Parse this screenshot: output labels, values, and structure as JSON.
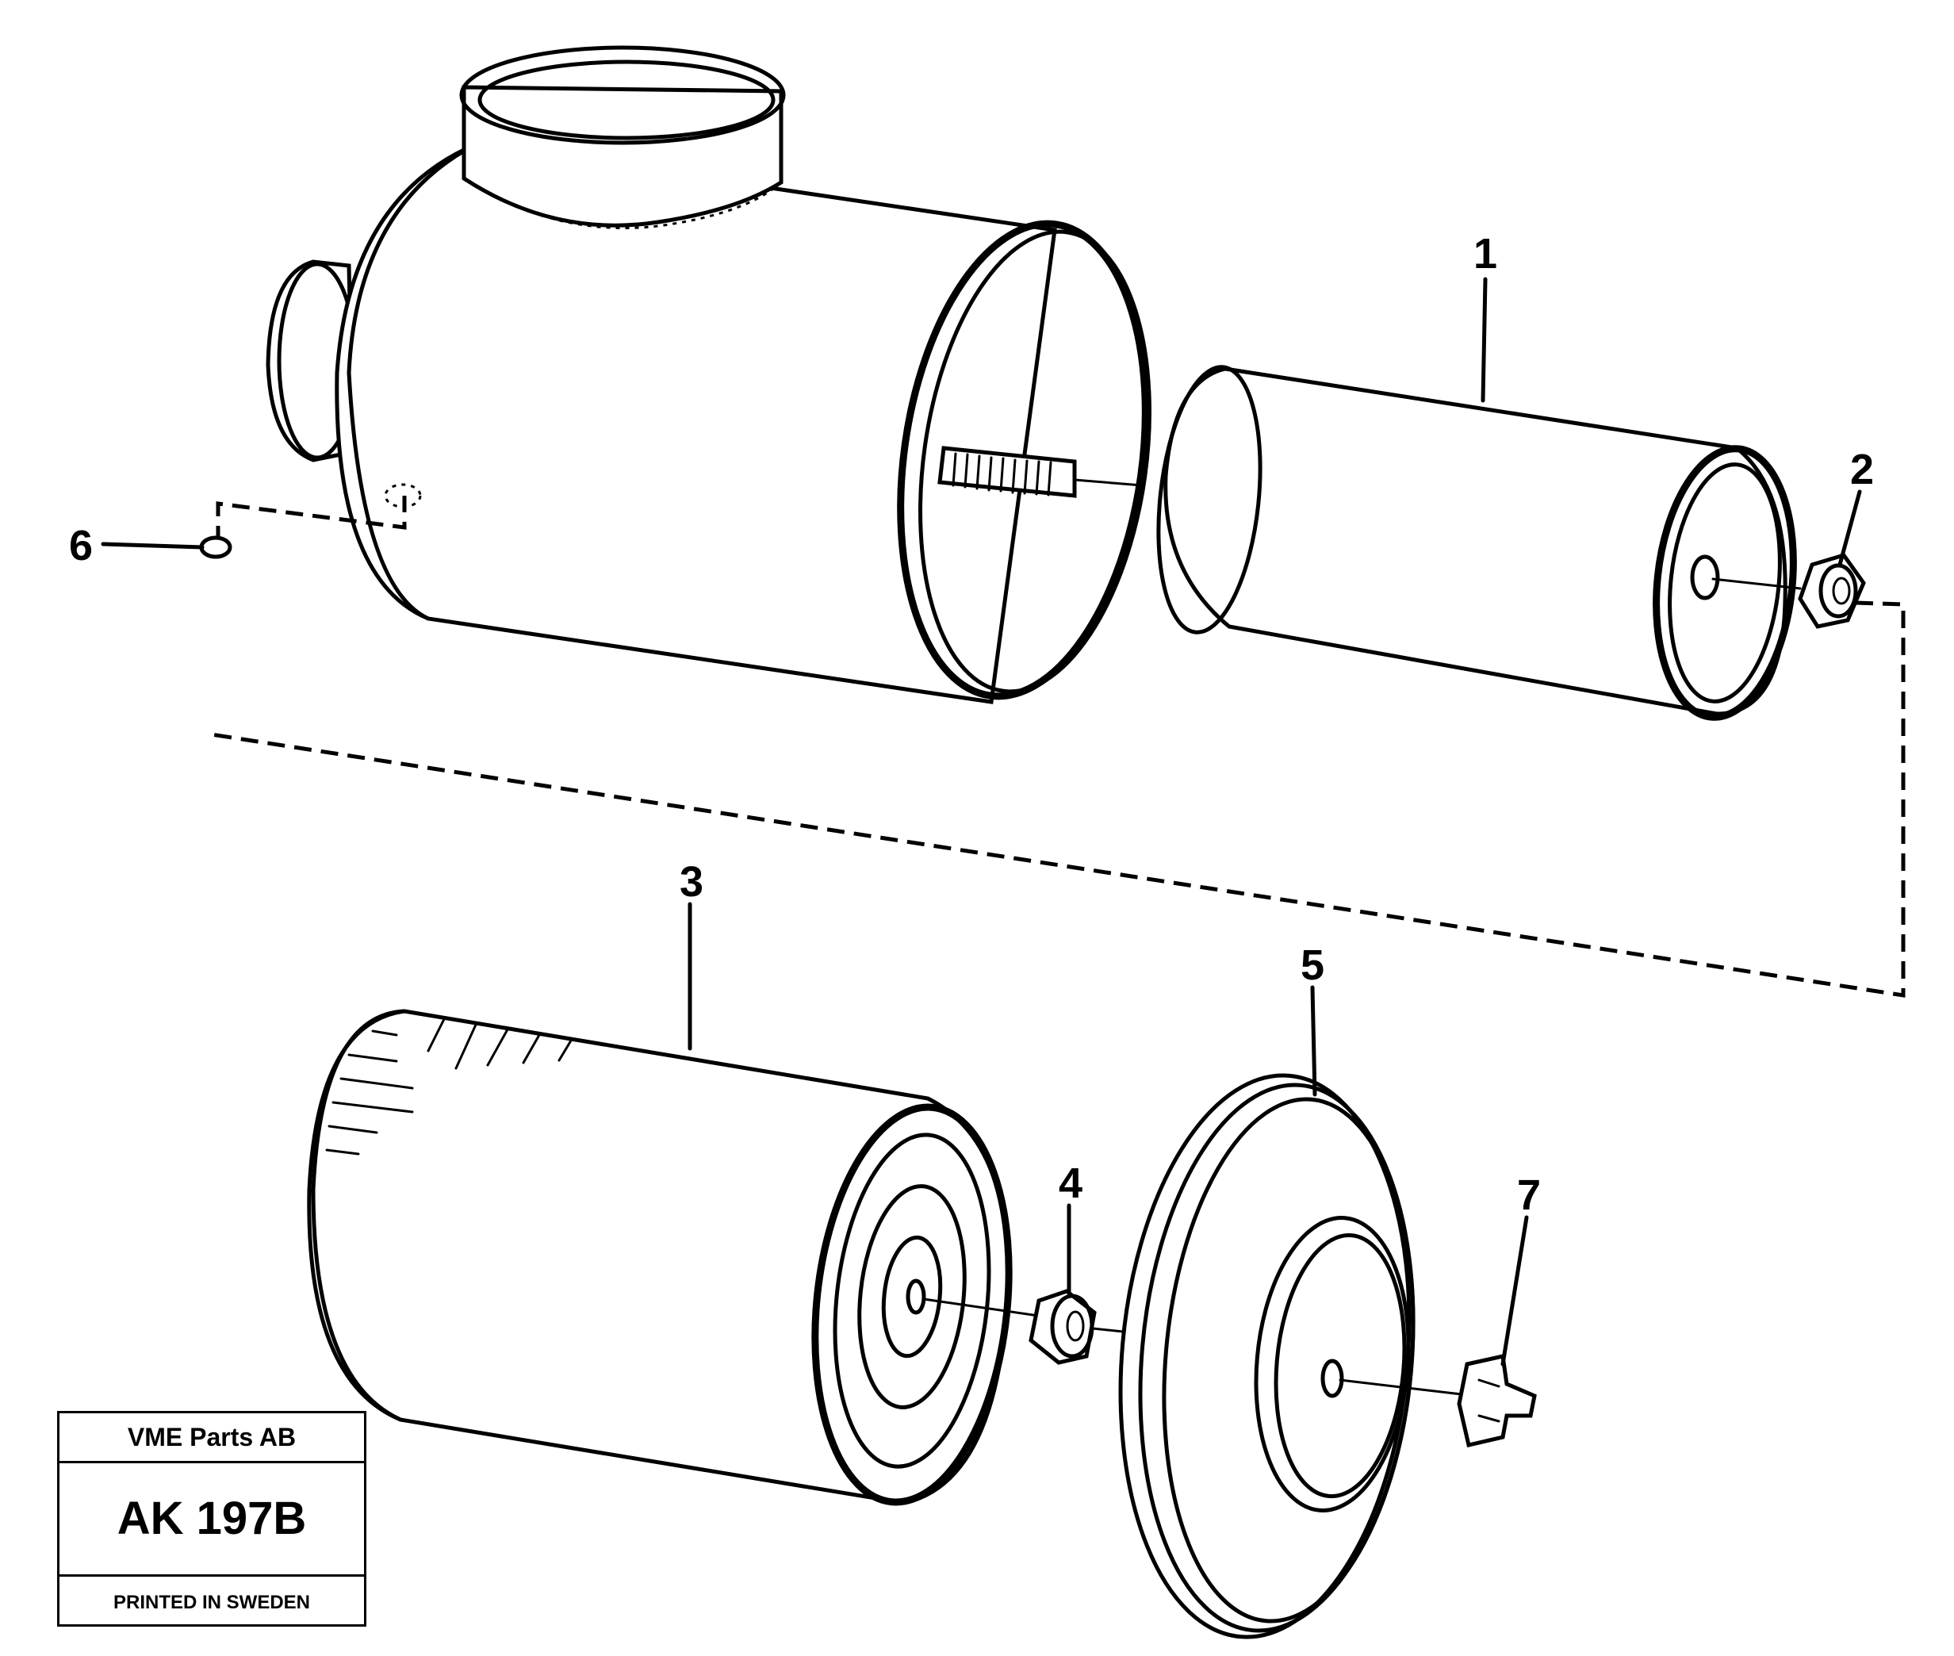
{
  "callouts": [
    {
      "id": "1",
      "label": "1"
    },
    {
      "id": "2",
      "label": "2"
    },
    {
      "id": "3",
      "label": "3"
    },
    {
      "id": "4",
      "label": "4"
    },
    {
      "id": "5",
      "label": "5"
    },
    {
      "id": "6",
      "label": "6"
    },
    {
      "id": "7",
      "label": "7"
    }
  ],
  "title_block": {
    "company": "VME Parts AB",
    "code": "AK 197B",
    "printed": "PRINTED IN SWEDEN"
  }
}
